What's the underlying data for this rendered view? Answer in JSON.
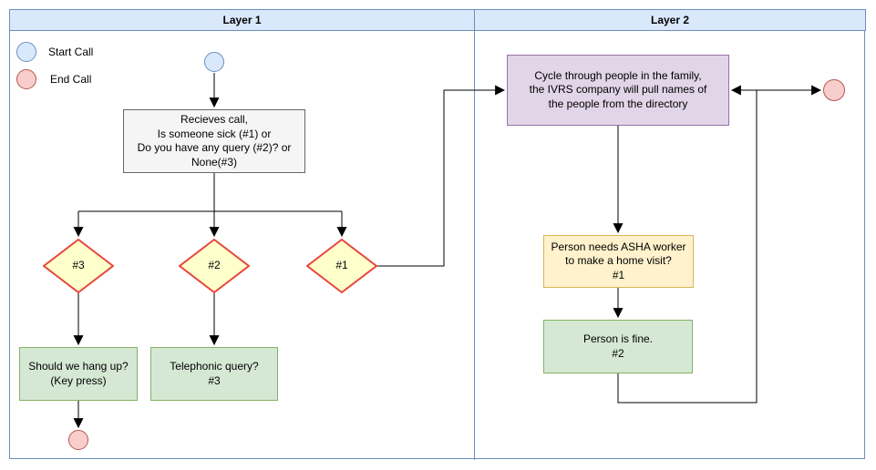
{
  "header": {
    "layer1": "Layer 1",
    "layer2": "Layer 2"
  },
  "legend": {
    "start": {
      "label": "Start Call"
    },
    "end": {
      "label": "End Call"
    }
  },
  "nodes": {
    "receive_call": {
      "lines": [
        "Recieves call,",
        "Is someone sick (#1) or",
        "Do you have any query (#2)? or",
        "None(#3)"
      ]
    },
    "decision_none": {
      "label": "#3"
    },
    "decision_query": {
      "label": "#2"
    },
    "decision_sick": {
      "label": "#1"
    },
    "hang_up": {
      "lines": [
        "Should we hang up?",
        "(Key press)"
      ]
    },
    "telephonic_query": {
      "lines": [
        "Telephonic query?",
        "#3"
      ]
    },
    "cycle_family": {
      "lines": [
        "Cycle through people in the family,",
        "the IVRS company will pull names of",
        "the people from the directory"
      ]
    },
    "asha_visit": {
      "lines": [
        "Person needs ASHA worker",
        "to make a home visit?",
        "#1"
      ]
    },
    "person_fine": {
      "lines": [
        "Person is fine.",
        "#2"
      ]
    }
  },
  "colors": {
    "lane_header_fill": "#dae8fc",
    "lane_border": "#6c8ebf",
    "start_fill": "#dae8fc",
    "start_stroke": "#6c8ebf",
    "end_fill": "#f8cecc",
    "end_stroke": "#b85450",
    "process_fill": "#f5f5f5",
    "process_stroke": "#666666",
    "decision_fill": "#ffffcc",
    "decision_stroke": "#e8463c",
    "action_fill": "#d5e8d4",
    "action_stroke": "#82b366",
    "cycle_fill": "#e1d5e7",
    "cycle_stroke": "#9673a6",
    "visit_fill": "#fff2cc",
    "visit_stroke": "#d6b656",
    "edge_color": "#000000"
  }
}
